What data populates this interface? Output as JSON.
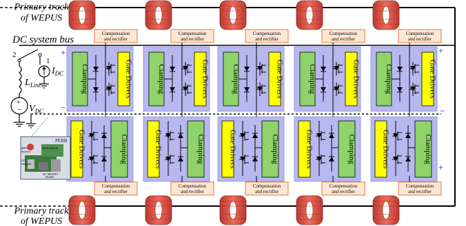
{
  "labels": {
    "primary_track_top": [
      "Primary track",
      "of WEPUS"
    ],
    "primary_track_bottom": [
      "Primary track",
      "of WEPUS"
    ],
    "dc_bus": "DC system bus",
    "node_2": "2",
    "node_1": "1",
    "l_line": "L",
    "l_line_sub": "Line",
    "i_dc": "I",
    "i_dc_sub": "DC",
    "v_dc": "V",
    "v_dc_sub": "DC",
    "plus": "+",
    "minus": "−"
  },
  "module": {
    "clamping": "Clamping",
    "gate_drivers": "Gate Drivers",
    "comp_line1": "Compensation",
    "comp_line2": "and rectifier"
  },
  "inset": {
    "title": "PEBB",
    "captions": [
      "MDV",
      "thyristor",
      "GD",
      "Heatsink",
      "SCD network",
      "SiC MOSFET",
      "Module"
    ]
  },
  "colors": {
    "module_bg": "#b7b8f0",
    "clamping": "#8fd36a",
    "gate_drivers": "#ffff00",
    "coil": "#e8584a",
    "comp_border": "#e06a2b",
    "comp_bg": "#fde7d4",
    "plus_color": "#1a1acc"
  }
}
